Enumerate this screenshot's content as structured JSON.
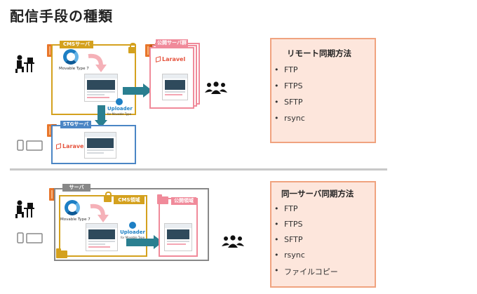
{
  "title": "配信手段の種類",
  "top": {
    "cms_server_label": "CMSサーバ",
    "public_server_label": "公開サーバ群",
    "stg_server_label": "STGサーバ",
    "movabletype_text": "Movable Type 7",
    "laravel_text": "Laravel",
    "uploader_text": "Uploader",
    "uploader_sub": "for Movable Type"
  },
  "bottom": {
    "server_label": "サーバ",
    "cms_area_label": "CMS領域",
    "public_area_label": "公開領域",
    "movabletype_text": "Movable Type 7",
    "uploader_text": "Uploader",
    "uploader_sub": "for Movable Type"
  },
  "panel_remote": {
    "title": "リモート同期方法",
    "items": [
      "FTP",
      "FTPS",
      "SFTP",
      "rsync"
    ]
  },
  "panel_same": {
    "title": "同一サーバ同期方法",
    "items": [
      "FTP",
      "FTPS",
      "SFTP",
      "rsync",
      "ファイルコピー"
    ]
  },
  "colors": {
    "gold": "#d4a11e",
    "pink": "#f08a9a",
    "blue": "#4b86c5",
    "teal": "#2a7f90",
    "panel_bg": "#fde6dc",
    "panel_border": "#f0a37f"
  }
}
